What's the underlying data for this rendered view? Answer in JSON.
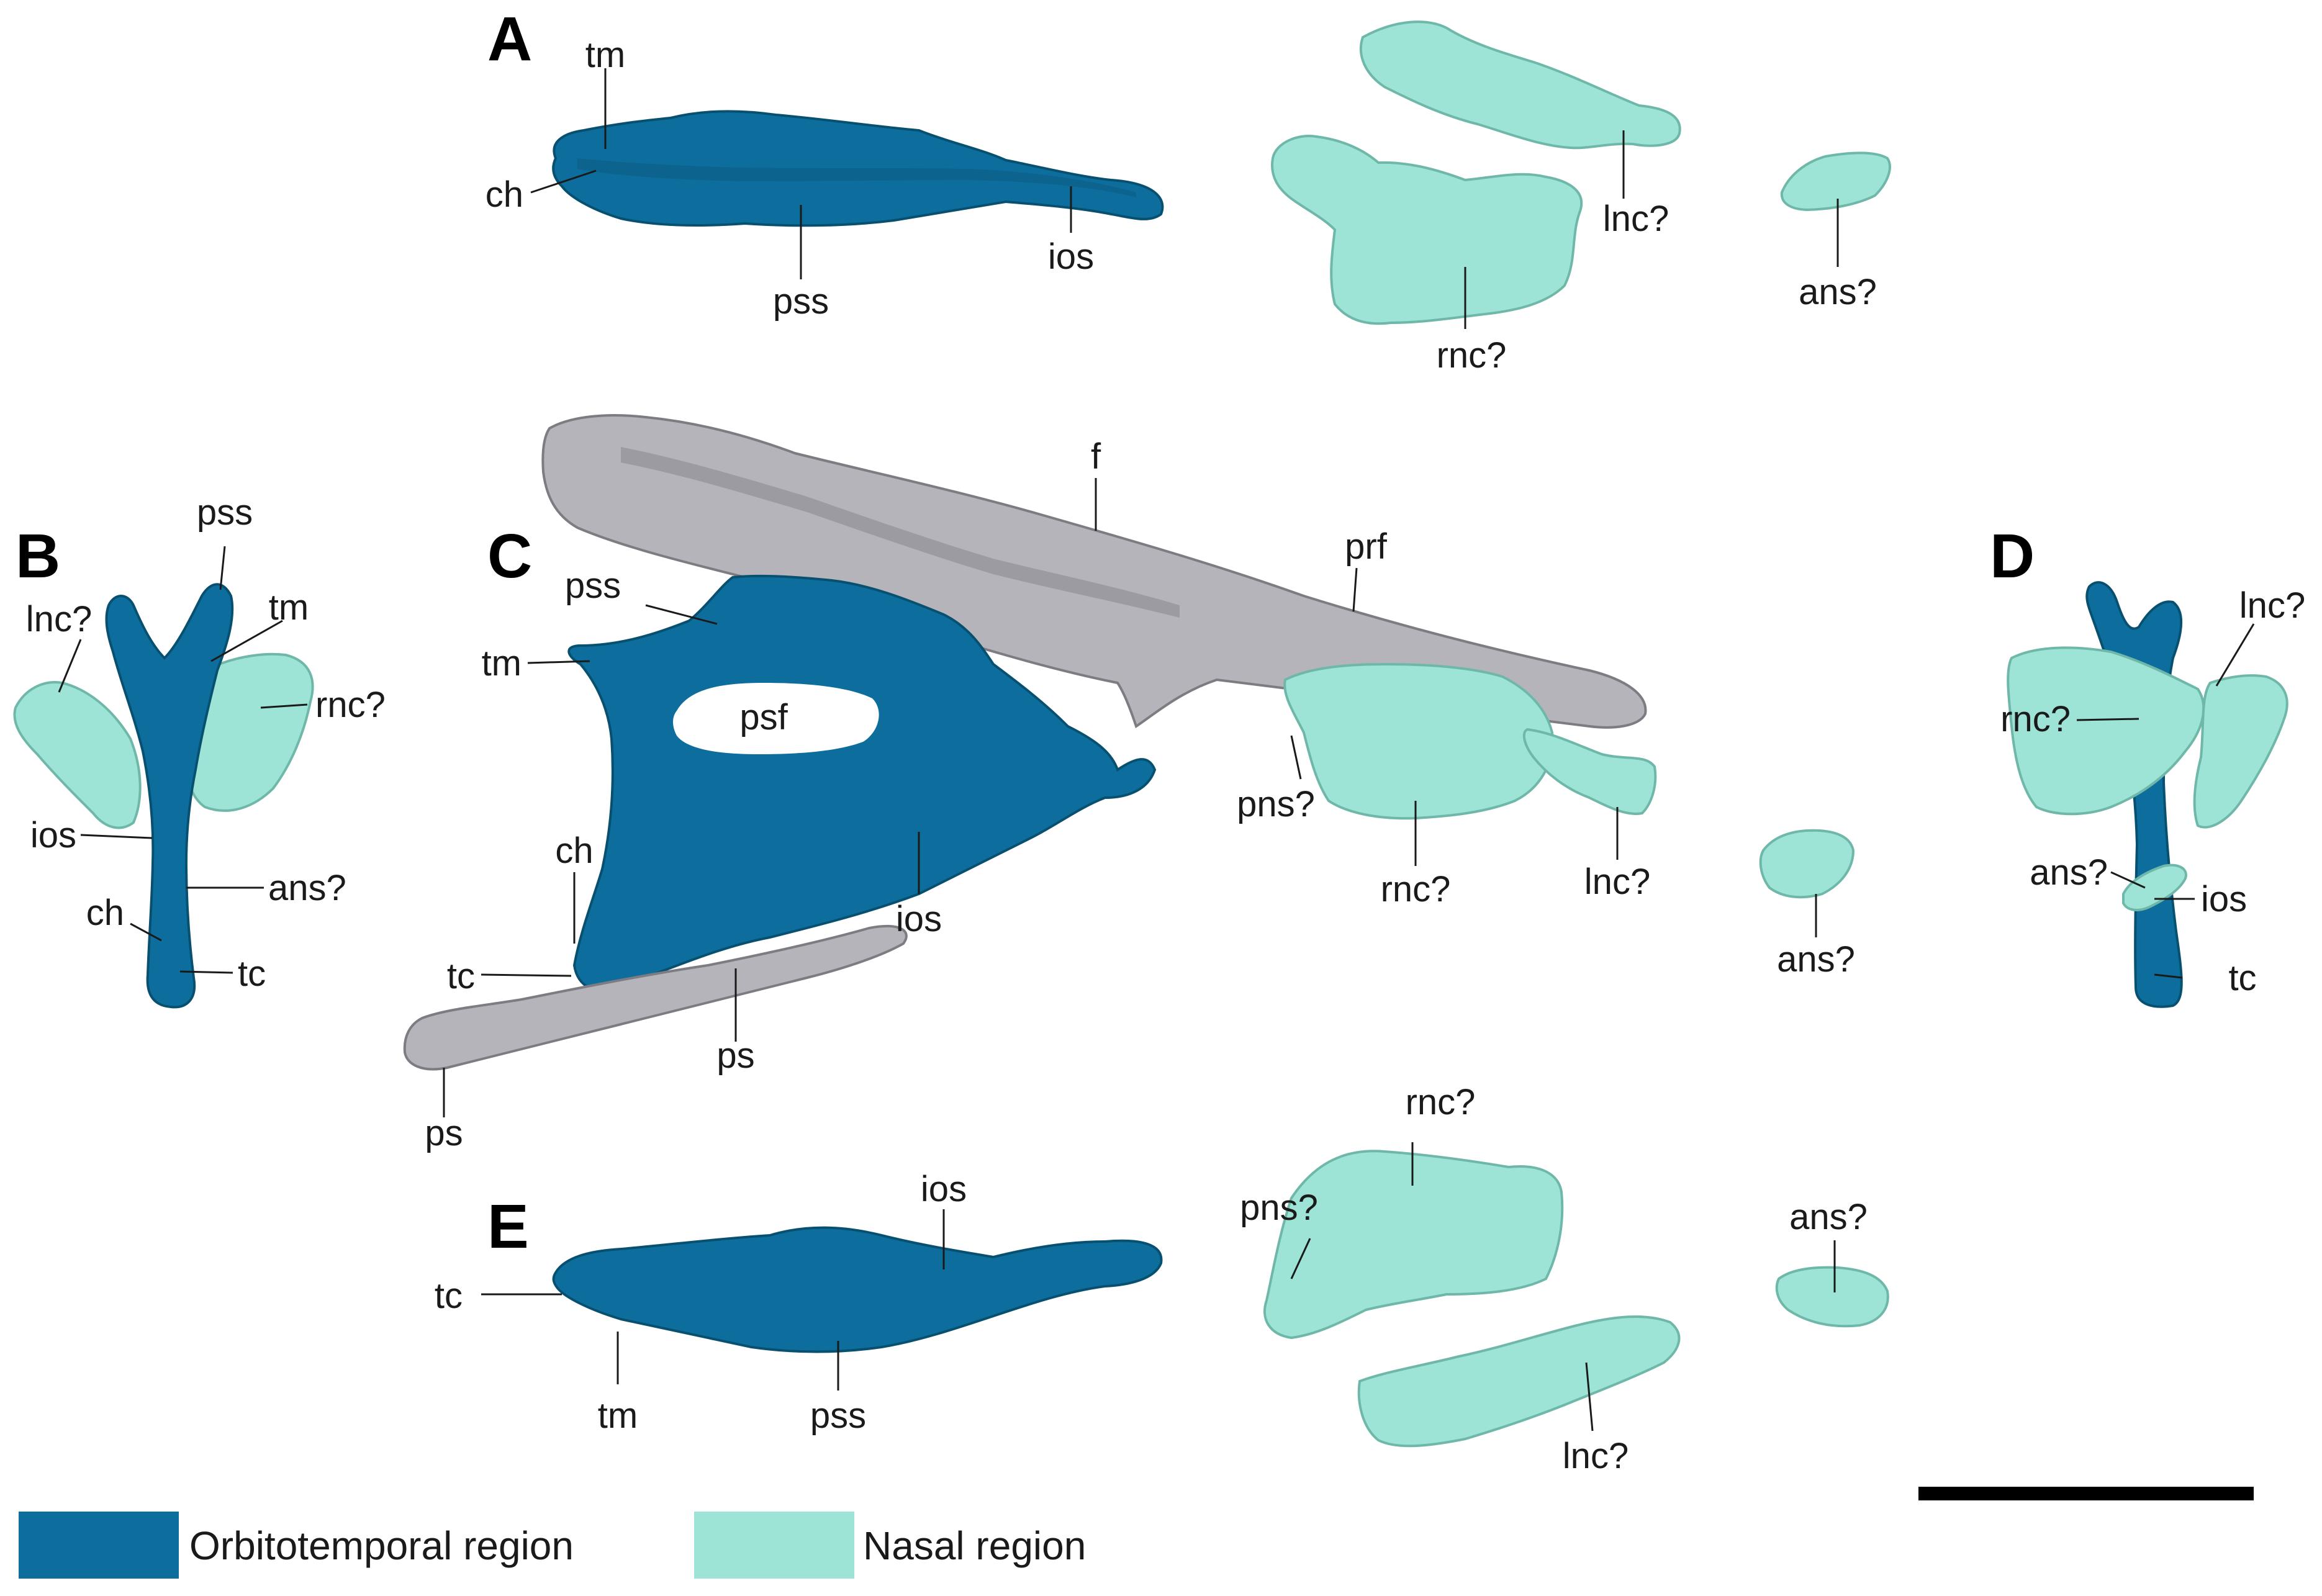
{
  "colors": {
    "orbitotemporal": "#0d6e9e",
    "orbitotemporal_dark": "#08506f",
    "nasal": "#9de4d6",
    "nasal_dark": "#6fb8a9",
    "bone_grey": "#b4b4ba",
    "bone_grey_dark": "#7c7c82",
    "text": "#1a1a1a"
  },
  "panels": {
    "A": "A",
    "B": "B",
    "C": "C",
    "D": "D",
    "E": "E"
  },
  "labels": {
    "A": {
      "tm": "tm",
      "ch": "ch",
      "pss": "pss",
      "ios": "ios",
      "lnc": "lnc?",
      "rnc": "rnc?",
      "ans": "ans?"
    },
    "B": {
      "pss": "pss",
      "tm": "tm",
      "lnc": "lnc?",
      "rnc": "rnc?",
      "ios": "ios",
      "ans": "ans?",
      "ch": "ch",
      "tc": "tc"
    },
    "C": {
      "f": "f",
      "prf": "prf",
      "pss": "pss",
      "tm": "tm",
      "psf": "psf",
      "ch": "ch",
      "ios": "ios",
      "tc": "tc",
      "ps_upper": "ps",
      "ps_lower": "ps",
      "pns": "pns?",
      "rnc": "rnc?",
      "lnc": "lnc?",
      "ans": "ans?"
    },
    "D": {
      "lnc": "lnc?",
      "rnc": "rnc?",
      "ans": "ans?",
      "ios": "ios",
      "tc": "tc"
    },
    "E": {
      "ios": "ios",
      "tc": "tc",
      "tm": "tm",
      "pss": "pss",
      "rnc": "rnc?",
      "pns": "pns?",
      "ans": "ans?",
      "lnc": "lnc?"
    }
  },
  "legend": {
    "orbitotemporal": "Orbitotemporal region",
    "nasal": "Nasal region"
  }
}
